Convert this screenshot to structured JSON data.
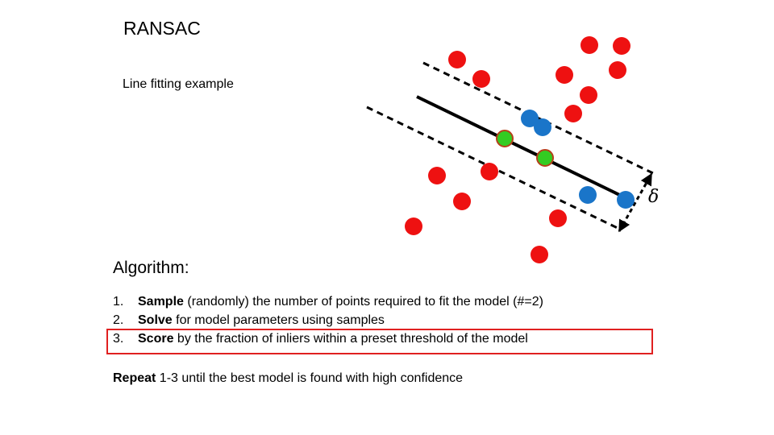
{
  "title": "RANSAC",
  "subtitle": "Line fitting example",
  "heading": "Algorithm:",
  "steps": [
    {
      "num": "1.",
      "bold": "Sample",
      "rest": " (randomly) the number of points required to fit the model (#=2)"
    },
    {
      "num": "2.",
      "bold": "Solve",
      "rest": " for model parameters using samples"
    },
    {
      "num": "3.",
      "bold": "Score",
      "rest": " by the fraction of inliers within a preset threshold of the model"
    }
  ],
  "repeat": {
    "bold": "Repeat",
    "rest": " 1-3 until the best model is found with high confidence"
  },
  "threshold_symbol": "δ",
  "colors": {
    "outlier": "#ee1111",
    "inlier": "#1a75c9",
    "sample": "#33cc22",
    "line": "#000000",
    "highlight": "#e02020"
  },
  "point_classes": [
    "outlier",
    "inlier",
    "sample"
  ]
}
